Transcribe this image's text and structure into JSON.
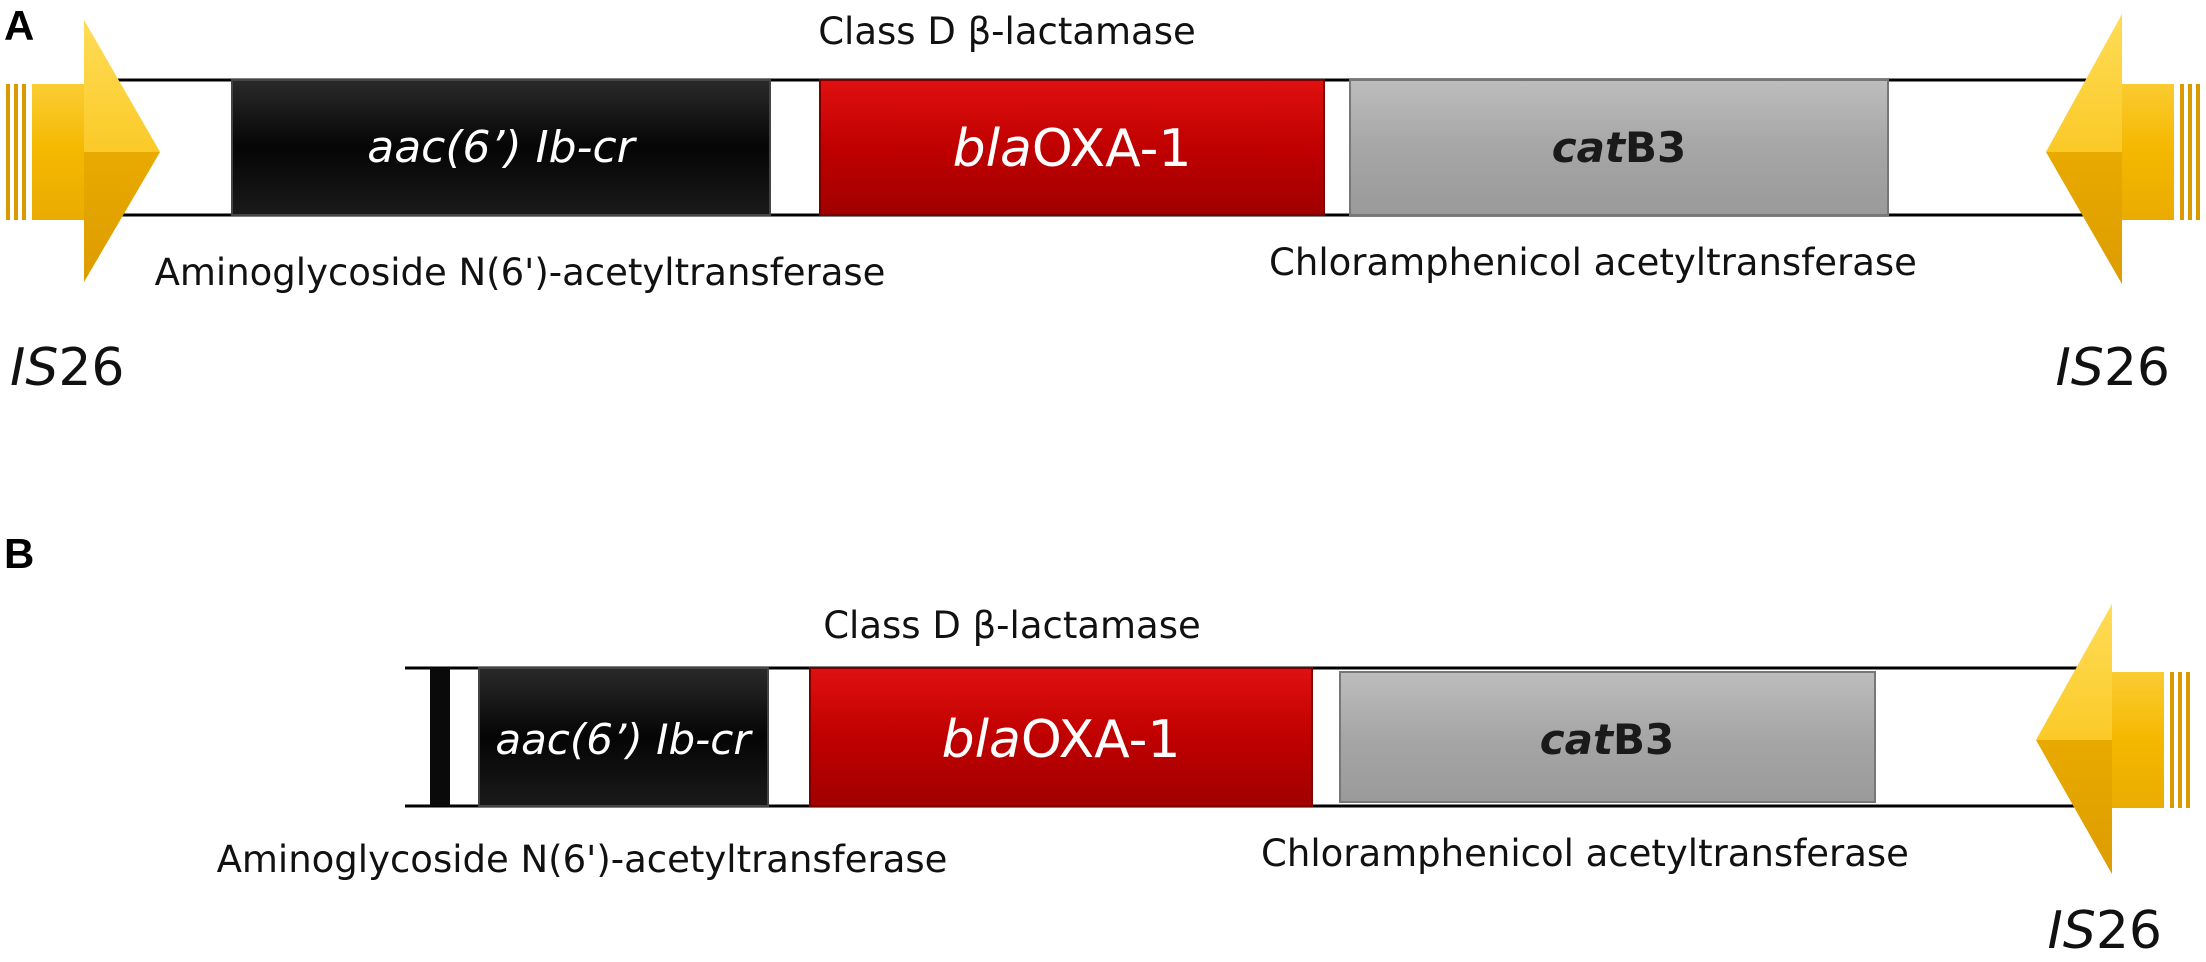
{
  "panels": [
    {
      "letter": "A",
      "header": "Class D β-lactamase",
      "genes": [
        {
          "italic": "aac(6’) Ib-cr",
          "plain": "",
          "fill": "#0a0a0a",
          "text_color": "#ffffff",
          "style": "italic"
        },
        {
          "italic": "bla",
          "plain": "OXA-1",
          "fill": "#c00000",
          "text_color": "#ffffff",
          "style": "mixed"
        },
        {
          "italic": "cat",
          "plain": "B3",
          "fill": "#a6a6a6",
          "text_color": "#1a1a1a",
          "style": "bold"
        }
      ],
      "captions": {
        "left": "Aminoglycoside N(6')-acetyltransferase",
        "right": "Chloramphenicol acetyltransferase"
      },
      "is_left": {
        "italic": "IS",
        "plain": "26"
      },
      "is_right": {
        "italic": "IS",
        "plain": "26"
      }
    },
    {
      "letter": "B",
      "header": "Class D β-lactamase",
      "genes": [
        {
          "italic": "aac(6’) Ib-cr",
          "plain": "",
          "fill": "#0a0a0a",
          "text_color": "#ffffff",
          "style": "italic"
        },
        {
          "italic": "bla",
          "plain": "OXA-1",
          "fill": "#c00000",
          "text_color": "#ffffff",
          "style": "mixed"
        },
        {
          "italic": "cat",
          "plain": "B3",
          "fill": "#a6a6a6",
          "text_color": "#1a1a1a",
          "style": "bold"
        }
      ],
      "captions": {
        "left": "Aminoglycoside N(6')-acetyltransferase",
        "right": "Chloramphenicol acetyltransferase"
      },
      "is_right": {
        "italic": "IS",
        "plain": "26"
      }
    }
  ],
  "colors": {
    "arrow": "#f2b705",
    "arrow_light": "#ffd84a",
    "arrow_dark": "#d99a00",
    "line": "#000000"
  },
  "icons": {
    "transposon_arrow": "yellow-arrow-icon"
  }
}
